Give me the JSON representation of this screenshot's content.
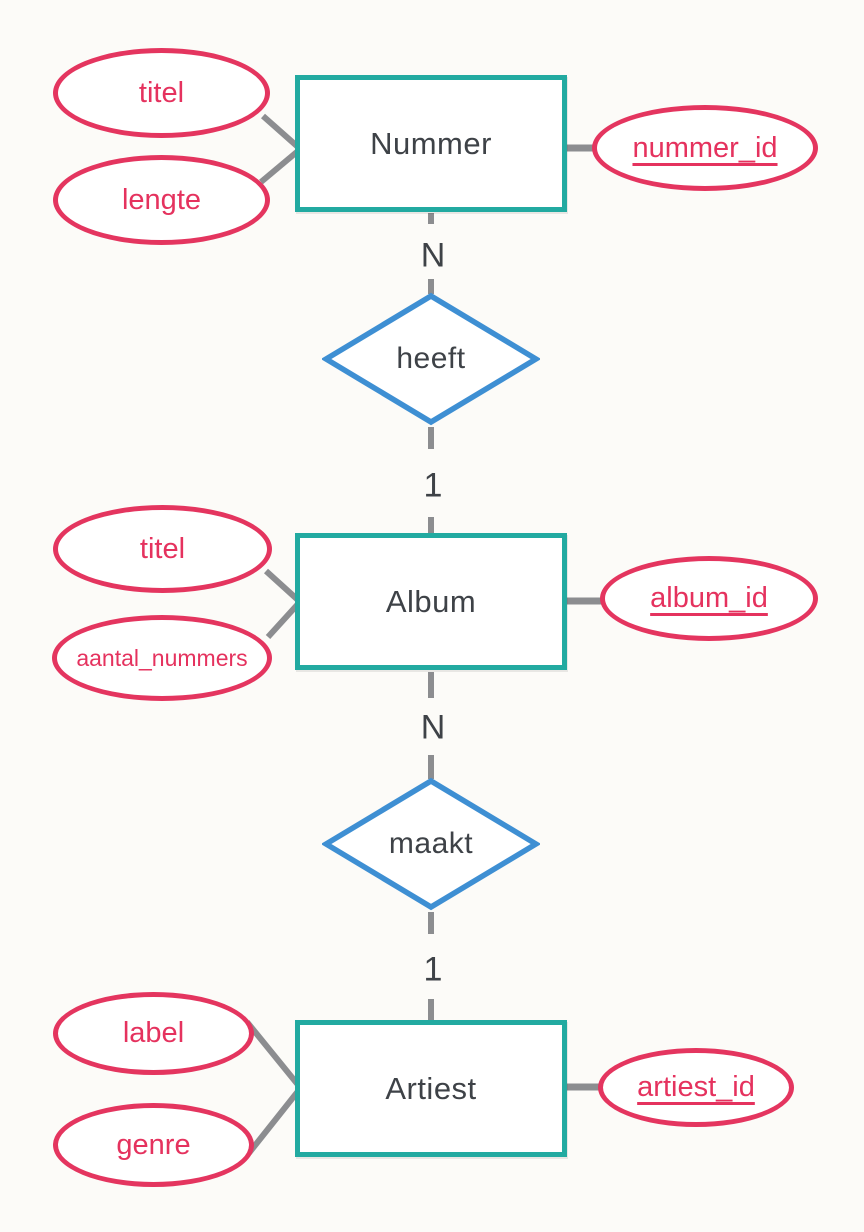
{
  "diagram": {
    "entities": [
      {
        "name": "Nummer",
        "attributes": [
          "titel",
          "lengte"
        ],
        "key": "nummer_id"
      },
      {
        "name": "Album",
        "attributes": [
          "titel",
          "aantal_nummers"
        ],
        "key": "album_id"
      },
      {
        "name": "Artiest",
        "attributes": [
          "label",
          "genre"
        ],
        "key": "artiest_id"
      }
    ],
    "relationships": [
      {
        "name": "heeft",
        "cardinality_top": "N",
        "cardinality_bottom": "1"
      },
      {
        "name": "maakt",
        "cardinality_top": "N",
        "cardinality_bottom": "1"
      }
    ],
    "colors": {
      "entity_border": "#22aaa1",
      "attribute_border": "#e4355f",
      "attribute_text": "#e5325e",
      "relationship_border": "#3e8fd3",
      "connector": "#8c8d90",
      "text": "#3e4247",
      "background": "#fcfbf8"
    }
  }
}
